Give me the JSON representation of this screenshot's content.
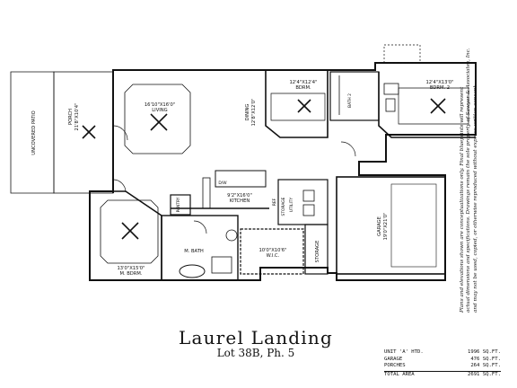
{
  "project": {
    "title": "Laurel Landing",
    "subtitle": "Lot 38B, Ph. 5"
  },
  "rooms": {
    "uncovered_patio": "UNCOVERED PATIO",
    "porch_name": "PORCH",
    "porch_dim": "21'8\"X10'4\"",
    "living_dim": "16'10\"X16'0\"",
    "living_name": "LIVING",
    "dining_name": "DINING",
    "dining_dim": "12'8\"X12'0\"",
    "bdrm3_dim": "12'4\"X12'4\"",
    "bdrm3_name": "BDRM.",
    "bath2": "BATH 2",
    "bdrm2_dim": "12'4\"X13'0\"",
    "bdrm2_name": "BDRM. 2",
    "kitchen_dim": "9'2\"X16'0\"",
    "kitchen_name": "KITCHEN",
    "pantry": "PANTRY",
    "utility": "UTILITY",
    "storage1": "STORAGE",
    "mbath": "M. BATH",
    "wic_dim": "10'0\"X10'6\"",
    "wic_name": "W.I.C.",
    "storage2": "STORAGE",
    "mbdrm_dim": "13'0\"X15'0\"",
    "mbdrm_name": "M. BDRM.",
    "garage_name": "GARAGE",
    "garage_dim": "19'0\"X21'0\"",
    "dw": "D/W",
    "ref": "REF"
  },
  "areas": [
    {
      "label": "UNIT 'A' HTD.",
      "value": "1996 SQ.FT."
    },
    {
      "label": "GARAGE",
      "value": "476 SQ.FT."
    },
    {
      "label": "PORCHES",
      "value": "264 SQ.FT."
    }
  ],
  "total_area": {
    "label": "TOTAL AREA",
    "value": "2691 SQ.FT."
  },
  "disclaimer": [
    "Plans and elevations shown are conceptualizations only. Final blueprints will represent",
    "actual dimensions and specifications. Drawings remain the sole property of Sawyer & Associates, Inc.",
    "and may not be used, copied, or otherwise reproduced without express written consent."
  ]
}
